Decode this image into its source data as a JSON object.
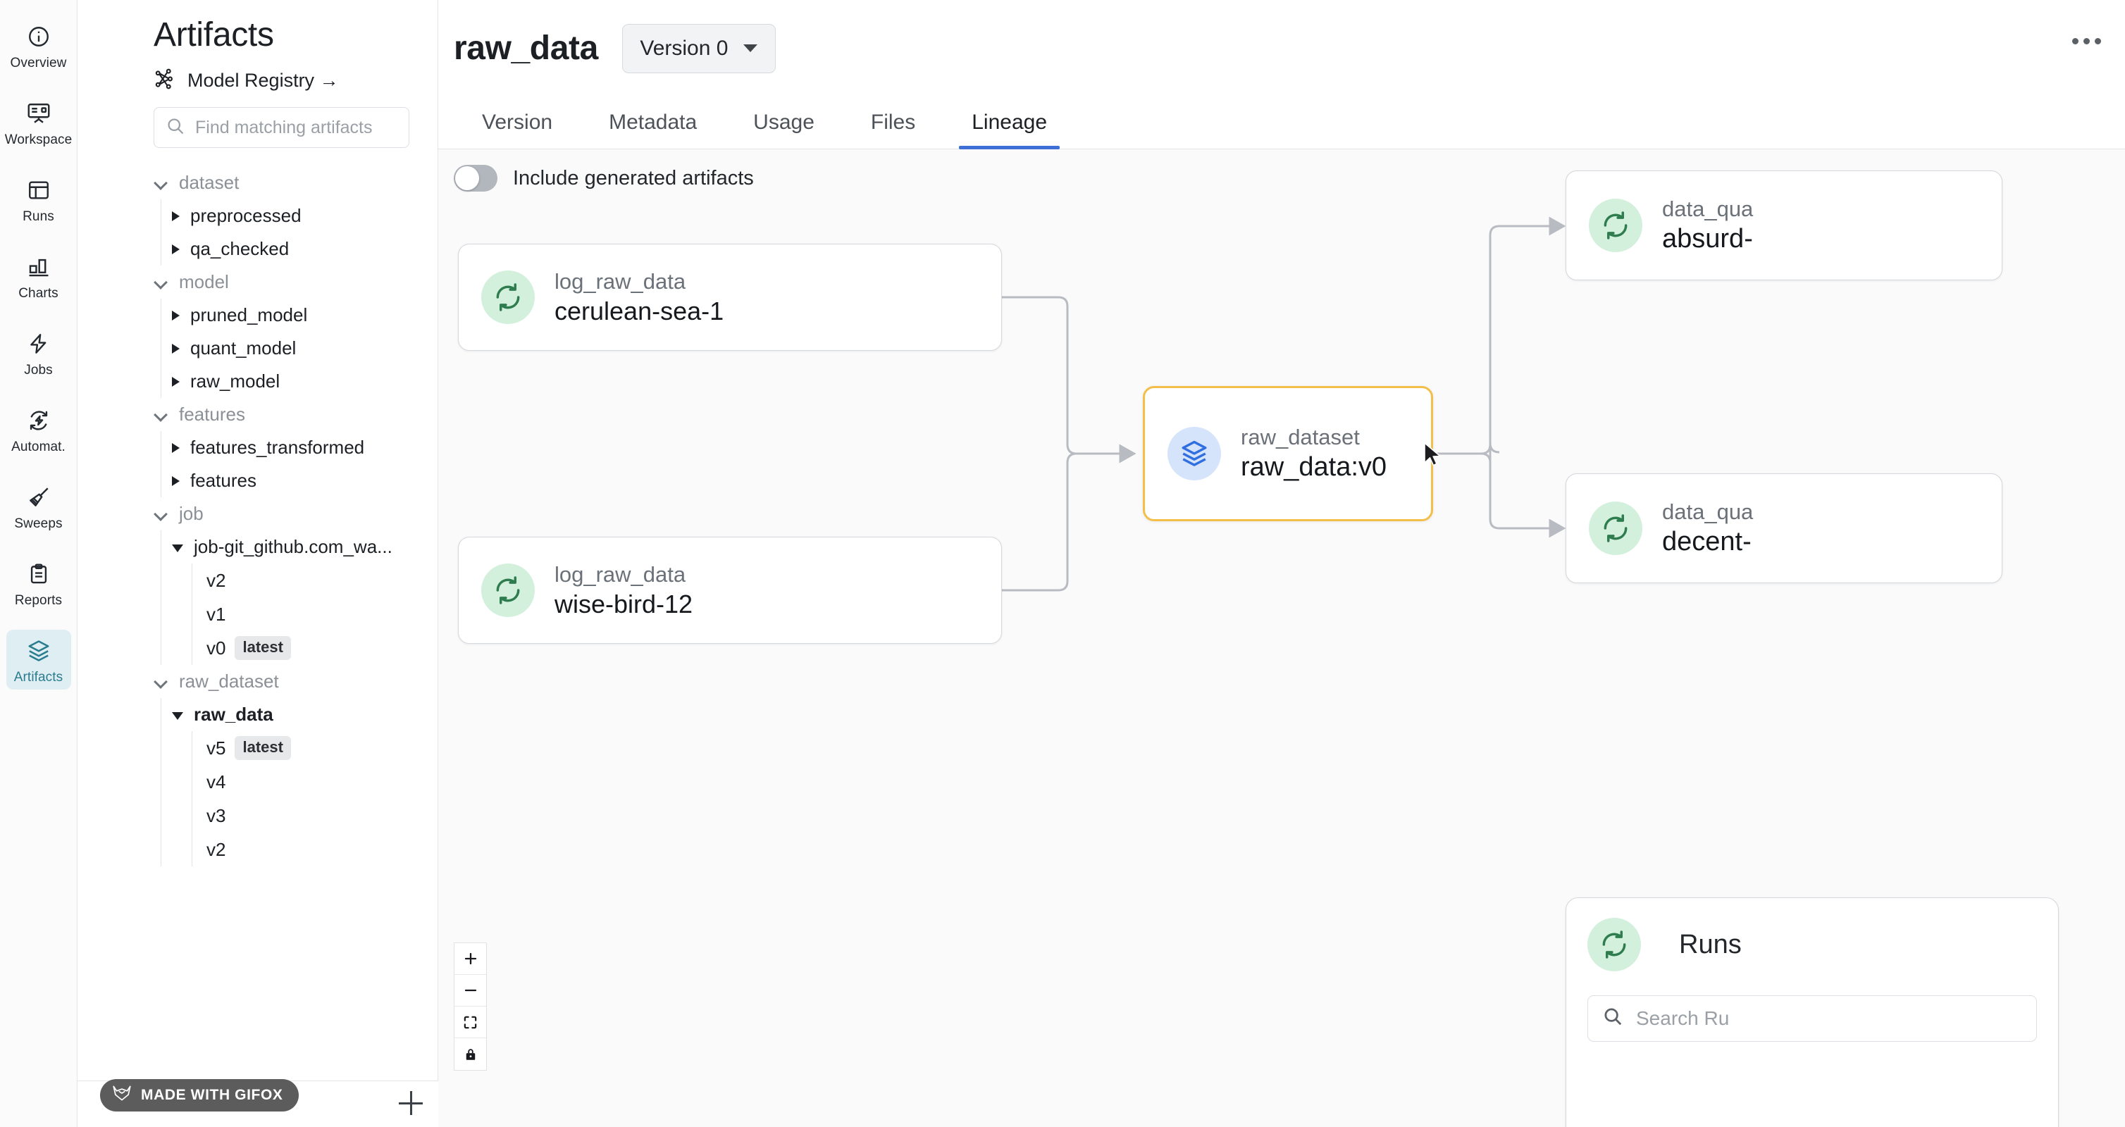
{
  "rail": {
    "items": [
      {
        "label": "Overview",
        "icon": "info-circle-icon",
        "active": false
      },
      {
        "label": "Workspace",
        "icon": "whiteboard-icon",
        "active": false
      },
      {
        "label": "Runs",
        "icon": "table-icon",
        "active": false
      },
      {
        "label": "Charts",
        "icon": "bar-chart-icon",
        "active": false
      },
      {
        "label": "Jobs",
        "icon": "bolt-icon",
        "active": false
      },
      {
        "label": "Automat.",
        "icon": "automation-icon",
        "active": false
      },
      {
        "label": "Sweeps",
        "icon": "broom-icon",
        "active": false
      },
      {
        "label": "Reports",
        "icon": "clipboard-icon",
        "active": false
      },
      {
        "label": "Artifacts",
        "icon": "layers-icon",
        "active": true
      }
    ]
  },
  "sidebar": {
    "title": "Artifacts",
    "model_registry_label": "Model Registry →",
    "search_placeholder": "Find matching artifacts",
    "search_value": "",
    "groups": [
      {
        "name": "dataset",
        "children": [
          {
            "label": "preprocessed",
            "expanded": false
          },
          {
            "label": "qa_checked",
            "expanded": false
          }
        ]
      },
      {
        "name": "model",
        "children": [
          {
            "label": "pruned_model",
            "expanded": false
          },
          {
            "label": "quant_model",
            "expanded": false
          },
          {
            "label": "raw_model",
            "expanded": false
          }
        ]
      },
      {
        "name": "features",
        "children": [
          {
            "label": "features_transformed",
            "expanded": false
          },
          {
            "label": "features",
            "expanded": false
          }
        ]
      },
      {
        "name": "job",
        "children": [
          {
            "label": "job-git_github.com_wa...",
            "expanded": true,
            "selected": false,
            "versions": [
              {
                "label": "v2",
                "badge": ""
              },
              {
                "label": "v1",
                "badge": ""
              },
              {
                "label": "v0",
                "badge": "latest"
              }
            ]
          }
        ]
      },
      {
        "name": "raw_dataset",
        "children": [
          {
            "label": "raw_data",
            "expanded": true,
            "selected": true,
            "versions": [
              {
                "label": "v5",
                "badge": "latest"
              },
              {
                "label": "v4",
                "badge": ""
              },
              {
                "label": "v3",
                "badge": ""
              },
              {
                "label": "v2",
                "badge": ""
              }
            ]
          }
        ]
      }
    ],
    "add_button": "add-icon",
    "watermark": "MADE WITH GIFOX"
  },
  "header": {
    "artifact_name": "raw_data",
    "version_selector": "Version 0",
    "overflow_menu": "more-options-icon"
  },
  "tabs": [
    {
      "label": "Version",
      "active": false
    },
    {
      "label": "Metadata",
      "active": false
    },
    {
      "label": "Usage",
      "active": false
    },
    {
      "label": "Files",
      "active": false
    },
    {
      "label": "Lineage",
      "active": true
    }
  ],
  "lineage": {
    "toggle": {
      "label": "Include generated artifacts",
      "on": false
    },
    "nodes": [
      {
        "id": "run1",
        "kind": "run",
        "type": "log_raw_data",
        "name": "cerulean-sea-1",
        "selected": false
      },
      {
        "id": "run2",
        "kind": "run",
        "type": "log_raw_data",
        "name": "wise-bird-12",
        "selected": false
      },
      {
        "id": "ds",
        "kind": "dataset",
        "type": "raw_dataset",
        "name": "raw_data:v0",
        "selected": true
      },
      {
        "id": "outA",
        "kind": "run",
        "type": "data_qua",
        "name": "absurd-",
        "selected": false
      },
      {
        "id": "outB",
        "kind": "run",
        "type": "data_qua",
        "name": "decent-",
        "selected": false
      }
    ],
    "runs_panel": {
      "title": "Runs",
      "search_placeholder": "Search Ru"
    },
    "zoom_controls": [
      {
        "name": "zoom-in-icon"
      },
      {
        "name": "zoom-out-icon"
      },
      {
        "name": "fit-view-icon"
      },
      {
        "name": "lock-icon"
      }
    ]
  },
  "colors": {
    "accent_blue": "#3e6fd6",
    "selected_border": "#f3bf4a",
    "run_icon_bg": "#d3f0dd",
    "run_icon_fg": "#2f7d4f",
    "dataset_icon_bg": "#d6e4fb",
    "dataset_icon_fg": "#2f6fe0",
    "artifacts_active": "#2a7c8f",
    "canvas_bg": "#fafafa"
  }
}
